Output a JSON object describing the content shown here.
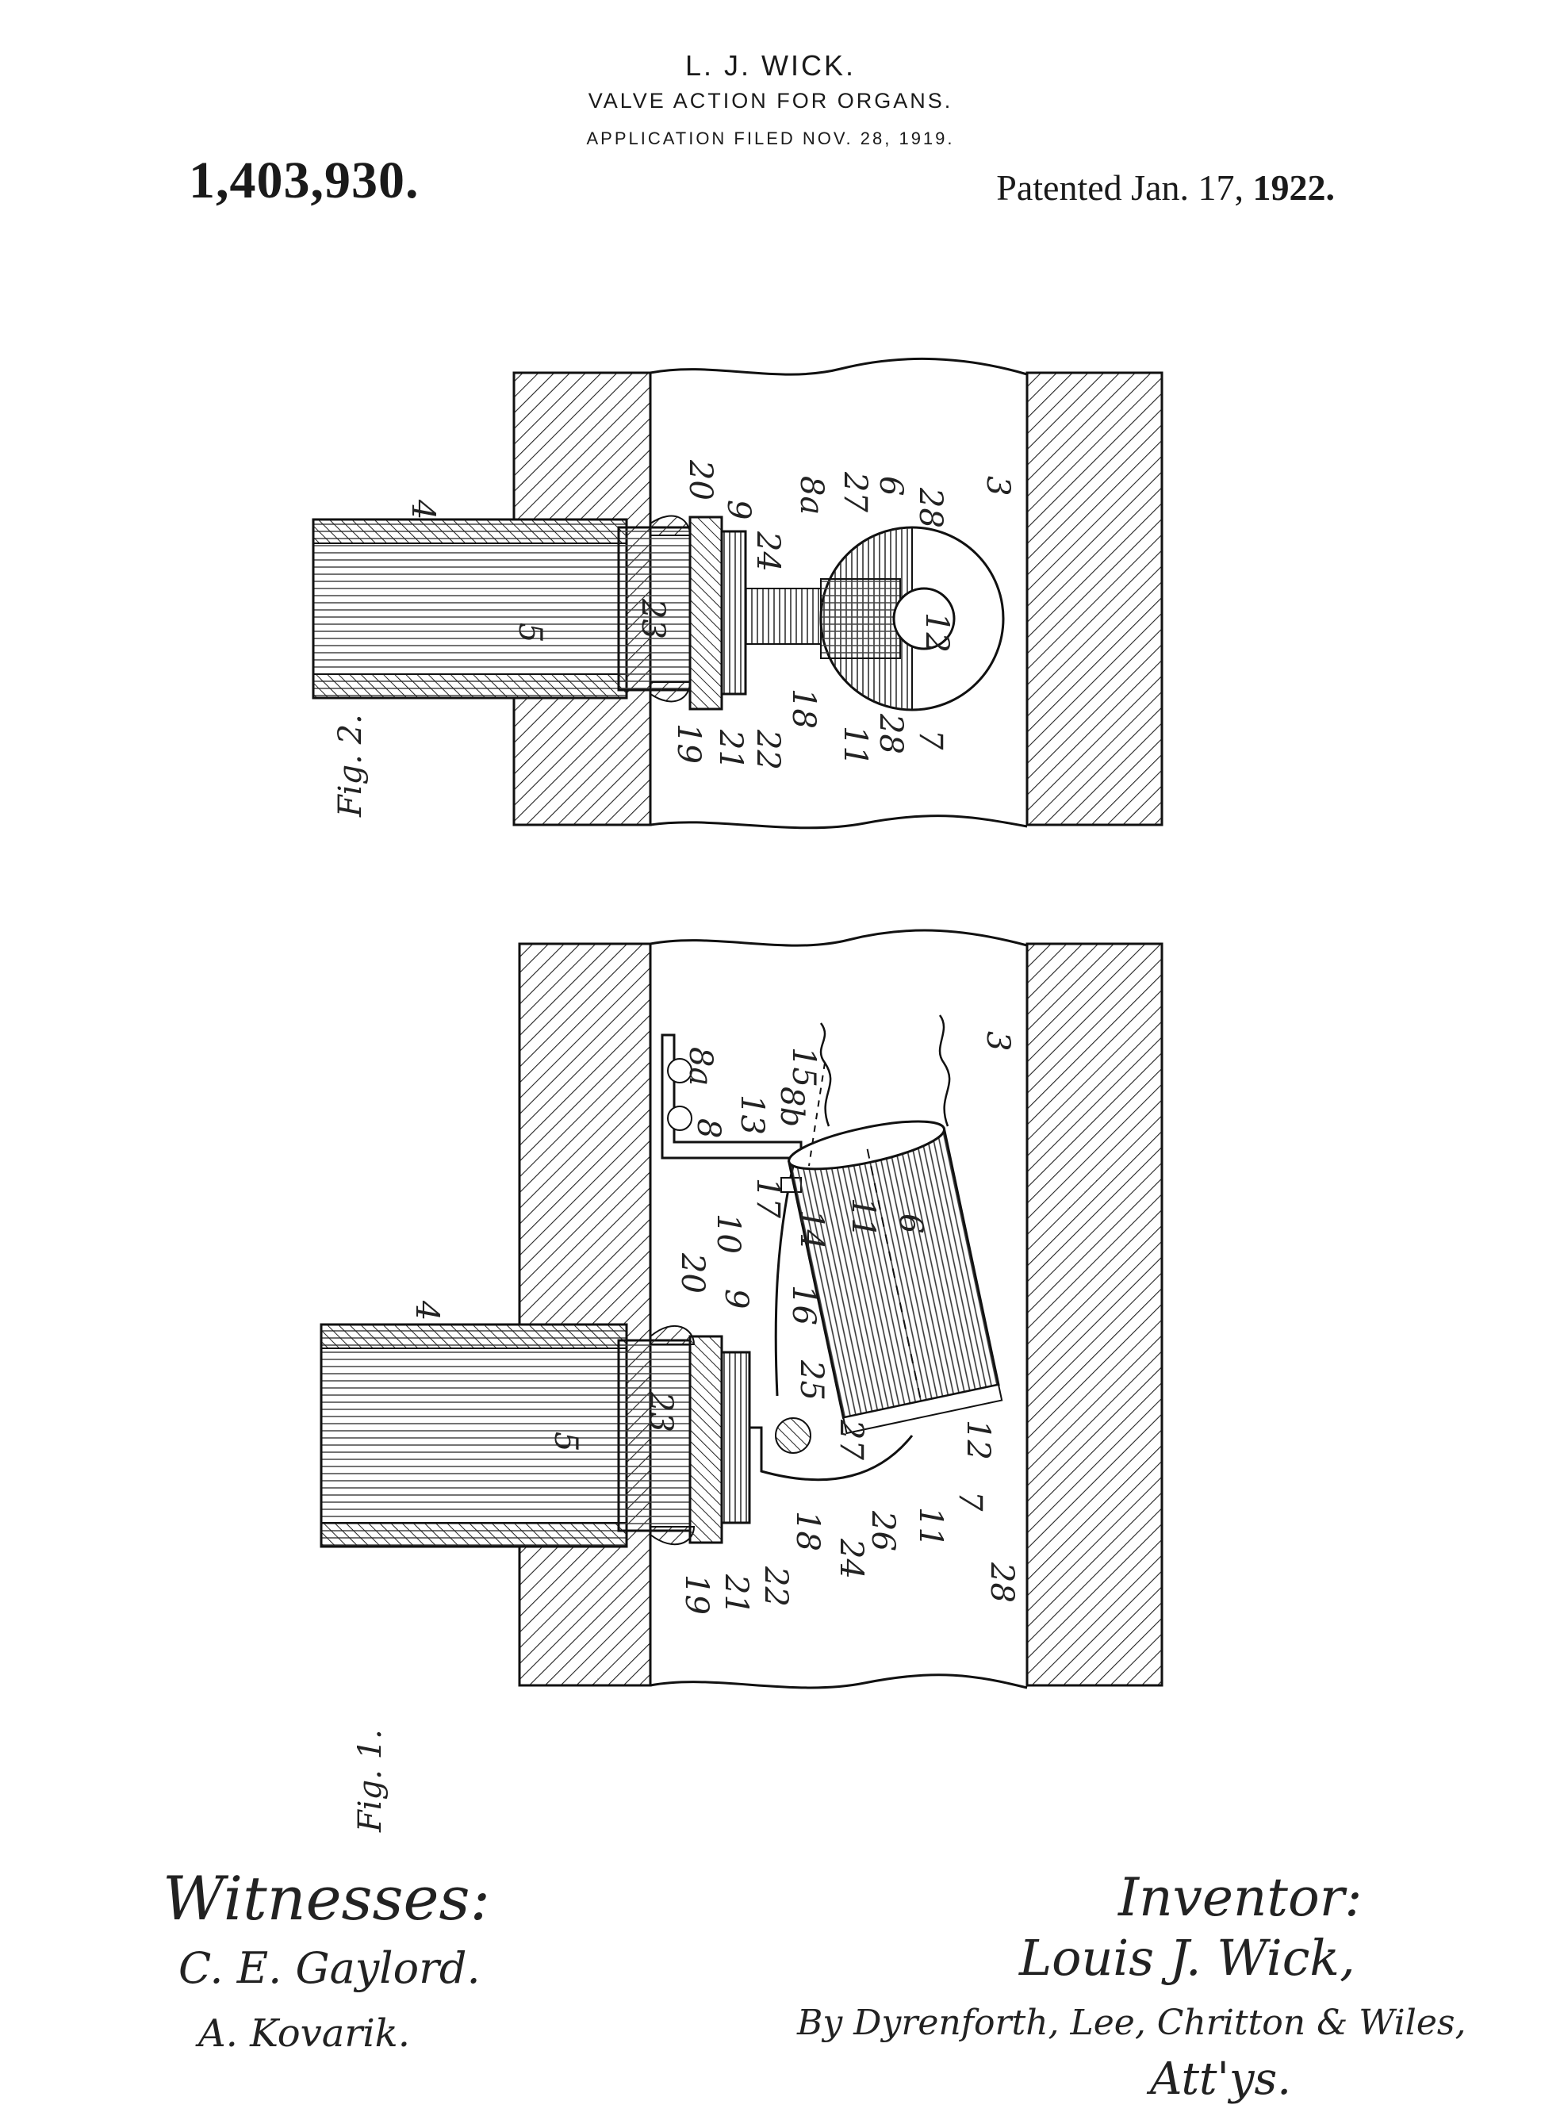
{
  "header": {
    "inventor_line": "L. J. WICK.",
    "title": "VALVE ACTION FOR ORGANS.",
    "filed": "APPLICATION FILED NOV. 28, 1919.",
    "patent_number": "1,403,930.",
    "patented_prefix": "Patented Jan. 17,",
    "patented_year": "1922."
  },
  "figures": {
    "fig2": {
      "caption": "Fig. 2.",
      "labels": [
        "4",
        "5",
        "20",
        "9",
        "24",
        "8a",
        "27",
        "6",
        "28",
        "3",
        "23",
        "12",
        "19",
        "21",
        "22",
        "18",
        "11",
        "28",
        "7"
      ]
    },
    "fig1": {
      "caption": "Fig. 1.",
      "labels": [
        "4",
        "5",
        "8a",
        "15",
        "8",
        "13",
        "8b",
        "3",
        "11",
        "10",
        "17",
        "14",
        "6",
        "20",
        "9",
        "16",
        "25",
        "23",
        "27",
        "12",
        "19",
        "21",
        "22",
        "18",
        "24",
        "26",
        "11",
        "7",
        "28"
      ]
    }
  },
  "signatures": {
    "witnesses_heading": "Witnesses:",
    "witness_1": "C. E. Gaylord.",
    "witness_2": "A. Kovarik.",
    "inventor_heading": "Inventor:",
    "inventor_signature": "Louis J. Wick,",
    "attorneys": "By Dyrenforth, Lee, Chritton & Wiles,",
    "attys_abbrev": "Att'ys."
  }
}
